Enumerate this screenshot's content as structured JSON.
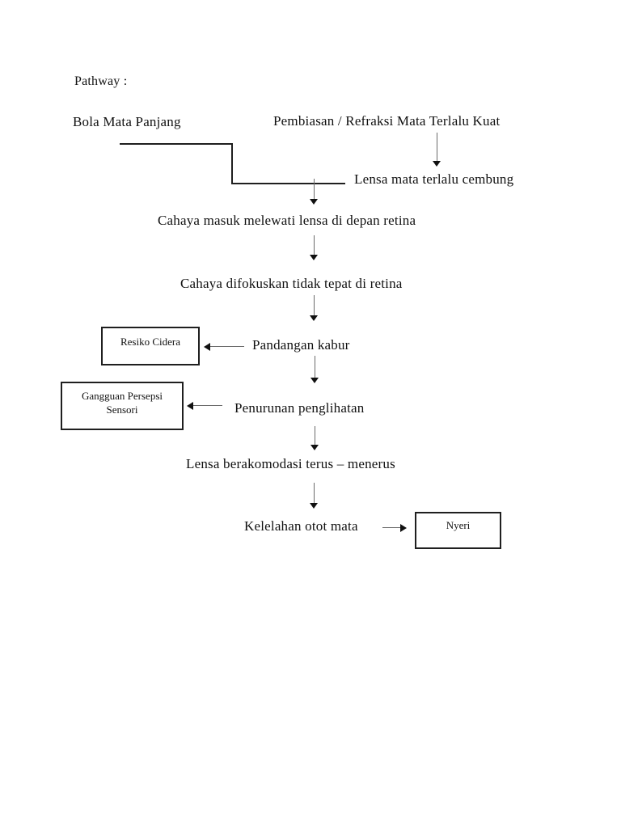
{
  "heading": "Pathway :",
  "flow": {
    "bola_mata": "Bola Mata Panjang",
    "pembiasan": "Pembiasan / Refraksi Mata Terlalu Kuat",
    "lensa_cembung": "Lensa mata terlalu cembung",
    "cahaya_masuk": "Cahaya masuk melewati lensa di depan retina",
    "cahaya_difokuskan": "Cahaya difokuskan tidak tepat di retina",
    "pandangan_kabur": "Pandangan kabur",
    "penurunan_penglihatan": "Penurunan penglihatan",
    "lensa_berakomodasi": "Lensa berakomodasi terus – menerus",
    "kelelahan_otot": "Kelelahan otot mata"
  },
  "diagnosis_boxes": {
    "resiko_cidera": "Resiko Cidera",
    "gangguan_persepsi_line1": "Gangguan Persepsi",
    "gangguan_persepsi_line2": "Sensori",
    "nyeri": "Nyeri"
  },
  "colors": {
    "page_background": "#ffffff",
    "text": "#111111",
    "connector_line": "#1f1f1f",
    "arrow_stem": "#6b6b6b",
    "arrow_head": "#111111",
    "box_border": "#1f1f1f"
  }
}
